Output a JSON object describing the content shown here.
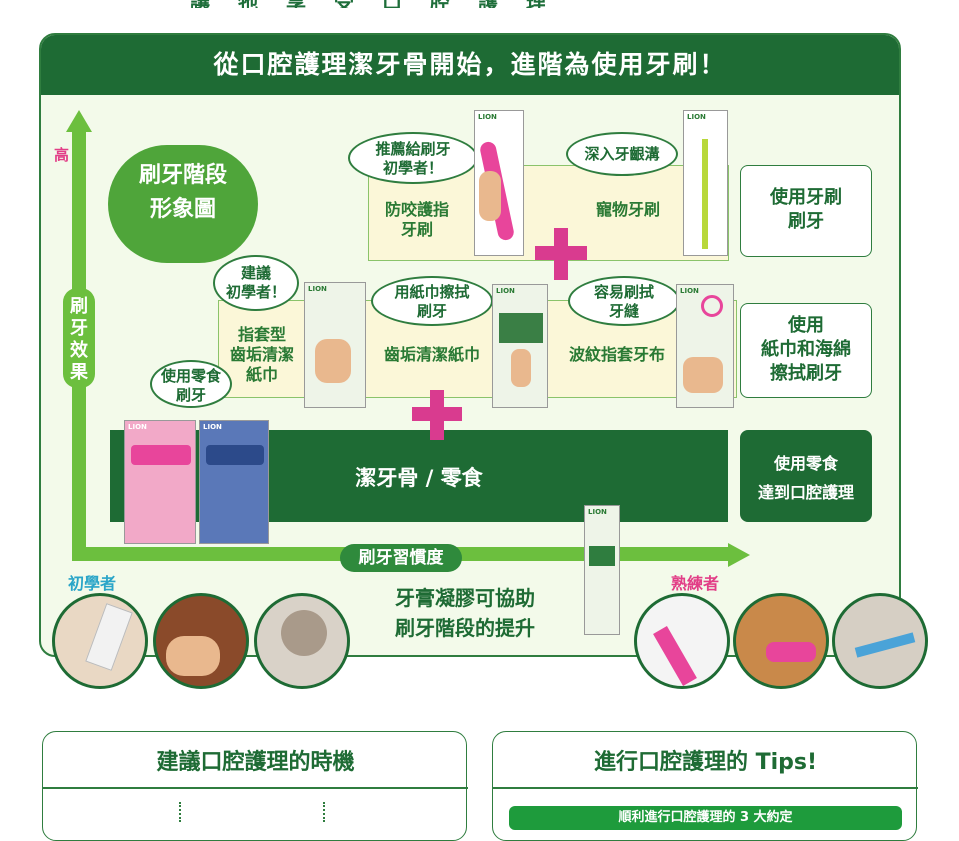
{
  "header": {
    "title": "從口腔護理潔牙骨開始，進階為使用牙刷！",
    "top_partial": "讓牠享受口腔護理"
  },
  "diagram": {
    "stage_title": "刷牙階段\n形象圖",
    "y_axis_label": "刷\n牙\n效\n果",
    "y_high": "高",
    "x_axis_label": "刷牙習慣度",
    "x_beginner": "初學者",
    "x_expert": "熟練者",
    "level3": {
      "bubble_left": "推薦給刷牙\n初學者！",
      "bubble_right": "深入牙齦溝",
      "item_left": "防咬護指\n牙刷",
      "item_right": "寵物牙刷",
      "side_label": "使用牙刷\n刷牙"
    },
    "level2": {
      "bubble_left": "建議\n初學者！",
      "bubble_mid": "用紙巾擦拭\n刷牙",
      "bubble_right": "容易刷拭\n牙縫",
      "item_left": "指套型\n齒垢清潔\n紙巾",
      "item_mid": "齒垢清潔紙巾",
      "item_right": "波紋指套牙布",
      "side_label": "使用\n紙巾和海綿\n擦拭刷牙"
    },
    "level1": {
      "bubble": "使用零食\n刷牙",
      "item": "潔牙骨 / 零食",
      "side_label": "使用零食\n達到口腔護理"
    },
    "gel_caption": "牙膏凝膠可協助\n刷牙階段的提升",
    "brand": "LION"
  },
  "cards": [
    {
      "title": "建議口腔護理的時機"
    },
    {
      "title": "進行口腔護理的 Tips!",
      "bar_text": "順利進行口腔護理的 3 大約定"
    }
  ],
  "colors": {
    "dark_green": "#1e6b34",
    "light_green": "#6cbf3e",
    "pink": "#d93b8f",
    "cream": "#fbf7d8"
  }
}
